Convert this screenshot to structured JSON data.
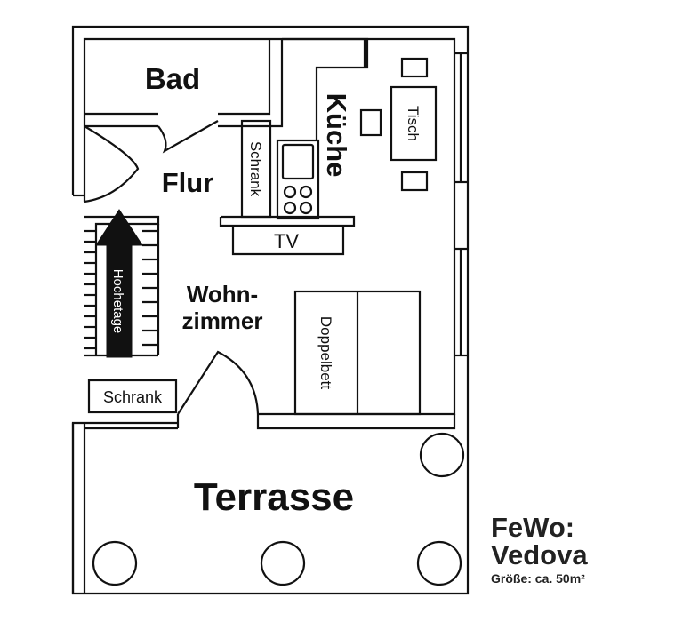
{
  "rooms": {
    "bad": "Bad",
    "flur": "Flur",
    "kueche": "Küche",
    "wohn_line1": "Wohn-",
    "wohn_line2": "zimmer",
    "terrasse": "Terrasse"
  },
  "furniture": {
    "schrank_flur": "Schrank",
    "schrank_wohn": "Schrank",
    "tisch": "Tisch",
    "tv": "TV",
    "doppelbett": "Doppelbett",
    "hochetage": "Hochetage"
  },
  "caption": {
    "line1": "FeWo:",
    "line2": "Vedova",
    "line3": "Größe: ca. 50m²"
  }
}
